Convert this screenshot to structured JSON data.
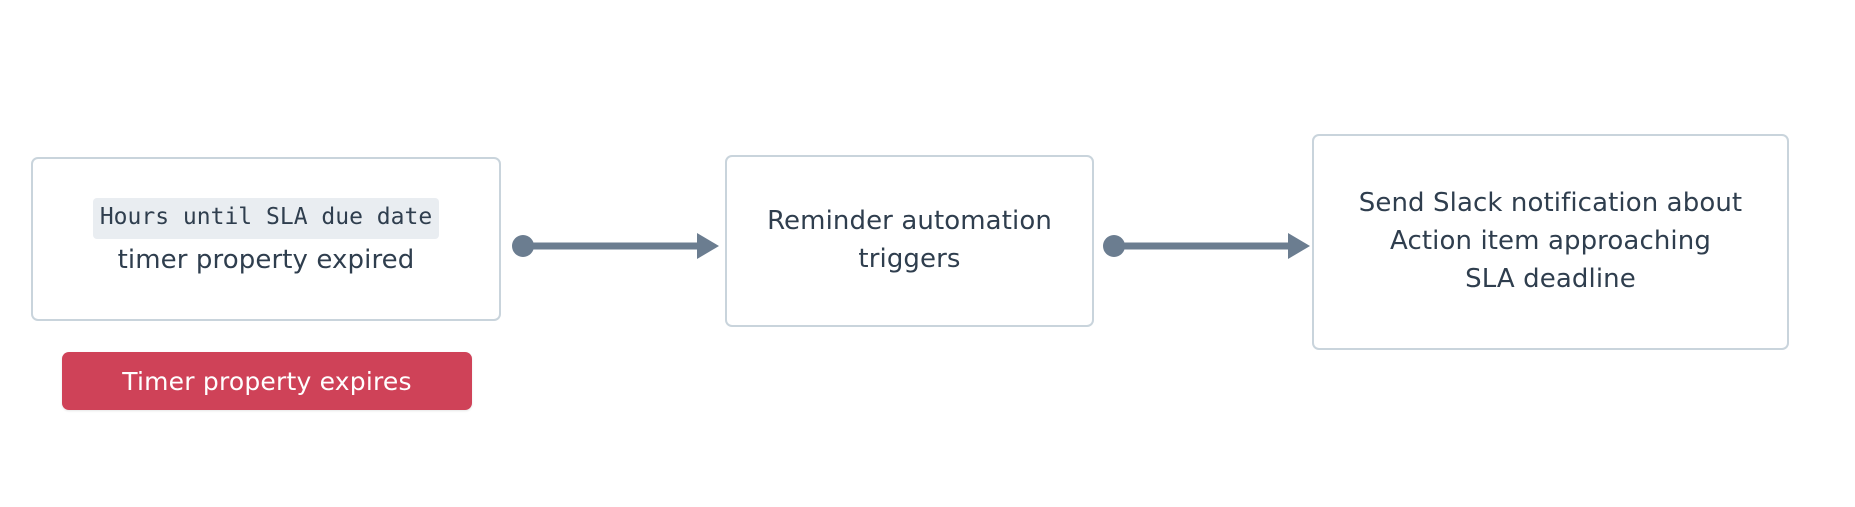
{
  "diagram": {
    "type": "flowchart",
    "orientation": "left-to-right",
    "background_color": "#ffffff",
    "node_border_color": "#c9d4dc",
    "node_text_color": "#2f3e4e",
    "connector_color": "#6b7d90",
    "code_token_background": "#e9edf1",
    "badge_color": "#cf4258",
    "badge_text_color": "#ffffff",
    "nodes": [
      {
        "id": "trigger",
        "code_text": "Hours until SLA due date",
        "text": "timer property expired"
      },
      {
        "id": "automation",
        "line1": "Reminder automation",
        "line2": "triggers"
      },
      {
        "id": "action",
        "line1": "Send Slack notification about",
        "line2": "Action item approaching",
        "line3": "SLA deadline"
      }
    ],
    "badge": {
      "label": "Timer property expires"
    },
    "connectors": [
      {
        "id": "connector-1",
        "from": "trigger",
        "to": "automation",
        "start_marker": "dot",
        "end_marker": "arrow"
      },
      {
        "id": "connector-2",
        "from": "automation",
        "to": "action",
        "start_marker": "dot",
        "end_marker": "arrow"
      }
    ]
  }
}
